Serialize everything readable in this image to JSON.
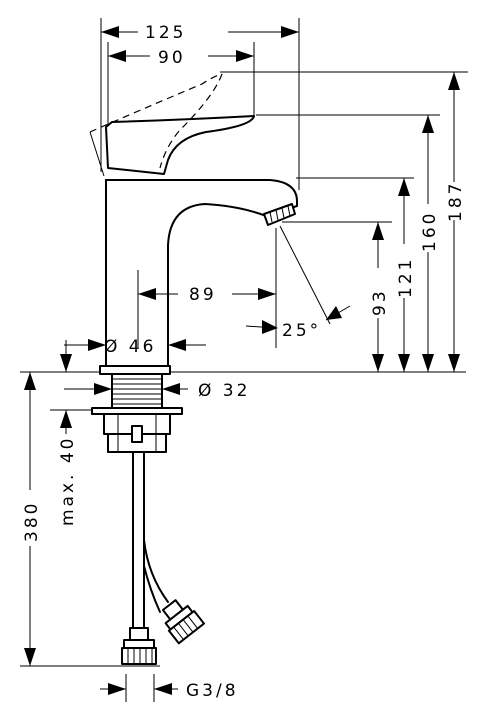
{
  "dimensions": {
    "width_total": "125",
    "width_handle": "90",
    "height_187": "187",
    "height_160": "160",
    "height_121": "121",
    "height_93": "93",
    "reach_89": "89",
    "angle": "25°",
    "dia_body": "Ø 46",
    "dia_thread": "Ø 32",
    "max_thickness": "max. 40",
    "hose_length": "380",
    "connection": "G3/8"
  }
}
